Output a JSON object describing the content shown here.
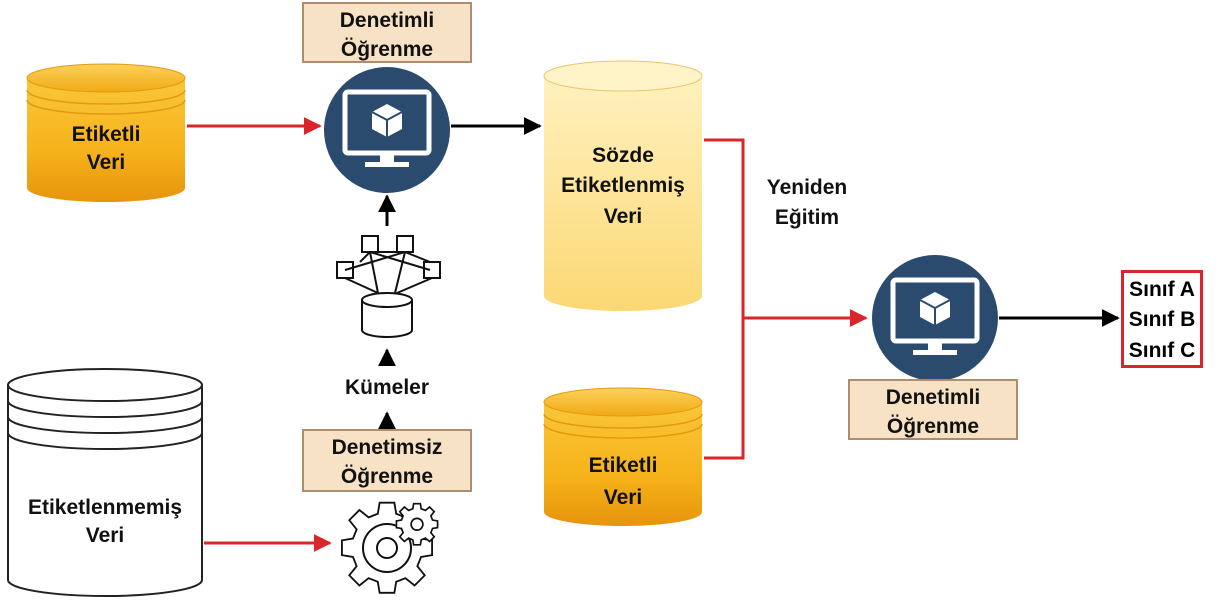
{
  "nodes": {
    "labeled_data_top": {
      "line1": "Etiketli",
      "line2": "Veri"
    },
    "unlabeled_data": {
      "line1": "Etiketlenmemiş",
      "line2": "Veri"
    },
    "pseudo_labeled_data": {
      "line1": "Sözde",
      "line2": "Etiketlenmiş",
      "line3": "Veri"
    },
    "labeled_data_bottom": {
      "line1": "Etiketli",
      "line2": "Veri"
    }
  },
  "boxes": {
    "supervised_top": {
      "line1": "Denetimli",
      "line2": "Öğrenme"
    },
    "unsupervised": {
      "line1": "Denetimsiz",
      "line2": "Öğrenme"
    },
    "supervised_bottom": {
      "line1": "Denetimli",
      "line2": "Öğrenme"
    }
  },
  "labels": {
    "clusters": "Kümeler",
    "retraining_line1": "Yeniden",
    "retraining_line2": "Eğitim"
  },
  "output_classes": [
    "Sınıf A",
    "Sınıf B",
    "Sınıf C"
  ],
  "colors": {
    "gold_cylinder": "#f6b21a",
    "gold_cylinder_dark": "#e08d0c",
    "pale_cylinder": "#fde89c",
    "monitor_circle": "#2b4b6e",
    "arrow_red": "#d9262b",
    "arrow_black": "#000000",
    "label_box_fill": "#f8e2c6",
    "label_box_border": "#b08c6e"
  },
  "icons": [
    "monitor-cube-icon",
    "neural-network-icon",
    "gear-icon"
  ]
}
